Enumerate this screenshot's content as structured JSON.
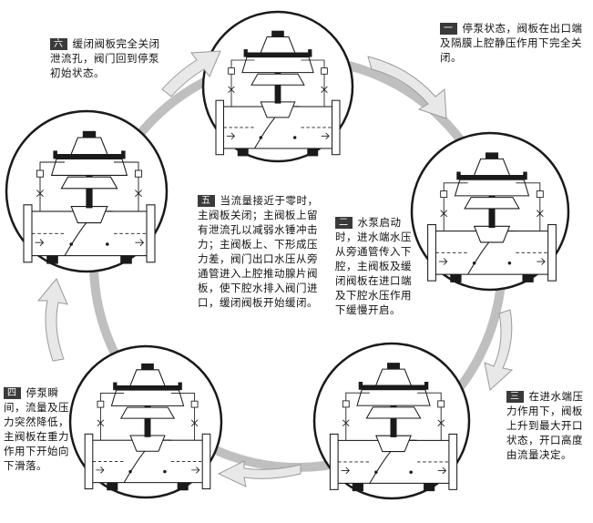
{
  "colors": {
    "ring": "#bfbfbf",
    "arrow": "#e8e8e8",
    "arrow_stroke": "#9a9a9a",
    "ink": "#1a1a1a",
    "badge": "#3a3a3a"
  },
  "steps": [
    {
      "num": "一",
      "text": "停泵状态，阀板在出口端及隔膜上腔静压作用下完全关闭。"
    },
    {
      "num": "二",
      "text": "水泵启动时，进水端水压从旁通管传入下腔，主阀板及缓闭阀板在进口端及下腔水压作用下缓慢开启。"
    },
    {
      "num": "三",
      "text": "在进水端压力作用下，阀板上升到最大开口状态，开口高度由流量决定。"
    },
    {
      "num": "四",
      "text": "停泵瞬间，流量及压力突然降低，主阀板在重力作用下开始向下滑落。"
    },
    {
      "num": "五",
      "text": "当流量接近于零时，主阀板关闭；主阀板上留有泄流孔以减弱水锤冲击力；主阀板上、下形成压力差，阀门出口水压从旁通管进入上腔推动腺片阀板，使下腔水排入阀门进口，缓闭阀板开始缓闭。"
    },
    {
      "num": "六",
      "text": "缓闭阀板完全关闭泄流孔，阀门回到停泵初始状态。"
    }
  ]
}
